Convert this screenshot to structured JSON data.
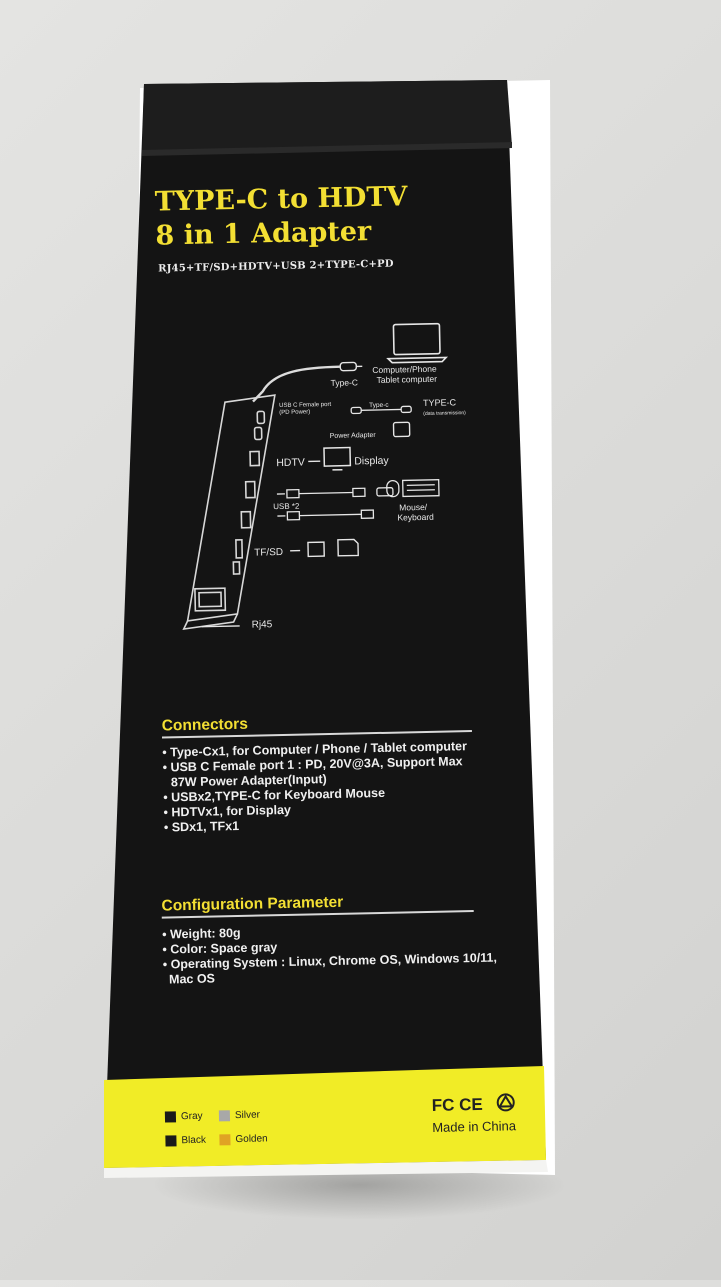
{
  "product": {
    "title_line1": "TYPE-C to HDTV",
    "title_line2": "8 in 1 Adapter",
    "ports_line": "RJ45+TF/SD+HDTV+USB  2+TYPE-C+PD"
  },
  "diagram": {
    "computer_label": "Computer/Phone",
    "tablet_label": "Tablet computer",
    "typec_cable_label": "Type-C",
    "usbc_port_label": "USB C Female port",
    "pd_power_label": "(PD Power)",
    "typec_small_label": "Type-c",
    "typec_right_label": "TYPE-C",
    "data_transmission_label": "(data transmission)",
    "power_adapter_label": "Power Adapter",
    "hdtv_label": "HDTV",
    "display_label": "Display",
    "usb_label": "USB *2",
    "mouse_label": "Mouse/",
    "keyboard_label": "Keyboard",
    "tfsd_label": "TF/SD",
    "rj45_label": "Rj45"
  },
  "connectors": {
    "heading": "Connectors",
    "items": [
      "Type-Cx1, for Computer / Phone / Tablet computer",
      "USB C Female port 1 : PD, 20V@3A, Support Max",
      "87W Power Adapter(Input)",
      "USBx2,TYPE-C for Keyboard Mouse",
      "HDTVx1, for Display",
      "SDx1, TFx1"
    ]
  },
  "configuration": {
    "heading": "Configuration Parameter",
    "items": [
      "Weight: 80g",
      "Color: Space gray",
      "Operating System : Linux, Chrome OS, Windows 10/11,",
      "Mac OS"
    ]
  },
  "colors_options": [
    {
      "label": "Gray",
      "color": "#1a1a1a"
    },
    {
      "label": "Silver",
      "color": "#a8a8a8"
    },
    {
      "label": "Black",
      "color": "#1a1a1a"
    },
    {
      "label": "Golden",
      "color": "#e0a324"
    }
  ],
  "footer": {
    "cert_marks": "FC CE",
    "made_in": "Made in China"
  }
}
